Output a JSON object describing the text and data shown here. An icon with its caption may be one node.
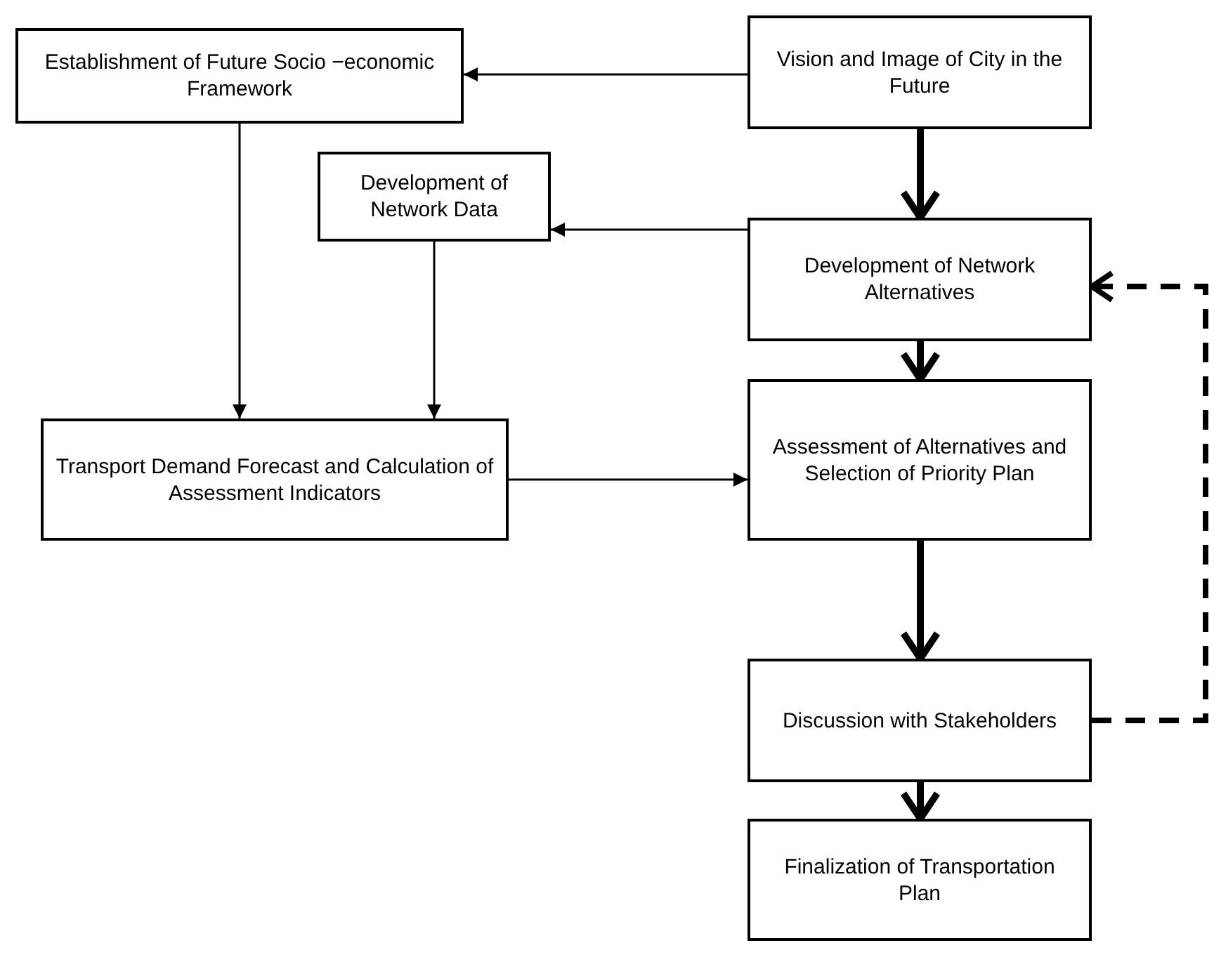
{
  "diagram": {
    "nodes": [
      {
        "text": [
          "Establishment of Future Socio −economic Framework"
        ]
      },
      {
        "text": [
          "Vision and Image of City in the Future"
        ]
      },
      {
        "text": [
          "Development of Network Data"
        ]
      },
      {
        "text": [
          "Development of Network Alternatives"
        ]
      },
      {
        "text": [
          "Transport Demand Forecast and Calculation of Assessment Indicators"
        ]
      },
      {
        "text": [
          "Assessment of Alternatives and Selection of Priority Plan"
        ]
      },
      {
        "text": [
          "Discussion with Stakeholders"
        ]
      },
      {
        "text": [
          "Finalization of Transportation Plan"
        ]
      }
    ],
    "edges": [
      {
        "from": 1,
        "to": 0,
        "arrow": "to"
      },
      {
        "from": 0,
        "to": 4,
        "arrow": "to"
      },
      {
        "from": 3,
        "to": 2,
        "arrow": "to"
      },
      {
        "from": 2,
        "to": 4,
        "arrow": "to"
      },
      {
        "from": 4,
        "to": 5,
        "arrow": "to"
      },
      {
        "from": 1,
        "to": 3,
        "arrow": "to",
        "style": "thick"
      },
      {
        "from": 3,
        "to": 5,
        "arrow": "to",
        "style": "thick"
      },
      {
        "from": 5,
        "to": 6,
        "arrow": "to",
        "style": "thick"
      },
      {
        "from": 6,
        "to": 7,
        "arrow": "to",
        "style": "thick"
      },
      {
        "from": 6,
        "to": 3,
        "arrow": "to",
        "style": "dashed"
      }
    ]
  }
}
